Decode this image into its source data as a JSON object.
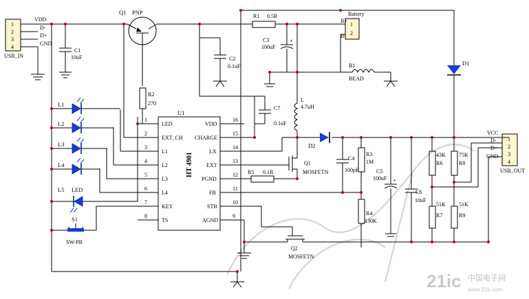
{
  "colors": {
    "wire": "#000000",
    "junction": "#b0001a",
    "led": "#1a3bd6",
    "watermark": "#d4d4d4"
  },
  "usb_in": {
    "label": "USB_IN",
    "pins": [
      "1",
      "2",
      "3",
      "4"
    ],
    "signals": [
      "VDD",
      "D-",
      "D+",
      "GND"
    ]
  },
  "usb_out": {
    "label": "USB_OUT",
    "pins": [
      "1",
      "2",
      "3",
      "4"
    ],
    "signals": [
      "VCC",
      "D-",
      "D+",
      "GND"
    ]
  },
  "battery": {
    "label": "Battery",
    "pins": [
      "1",
      "2"
    ],
    "signals": [
      "B+",
      "B-"
    ]
  },
  "ic": {
    "ref": "U1",
    "part": "HT 4901",
    "left_pins": [
      {
        "num": "1",
        "name": "LED"
      },
      {
        "num": "2",
        "name": "EXT_CH"
      },
      {
        "num": "3",
        "name": "L1"
      },
      {
        "num": "4",
        "name": "L2"
      },
      {
        "num": "5",
        "name": "L3"
      },
      {
        "num": "6",
        "name": "L4"
      },
      {
        "num": "7",
        "name": "KEY"
      },
      {
        "num": "8",
        "name": "TS"
      }
    ],
    "right_pins": [
      {
        "num": "16",
        "name": "VDD"
      },
      {
        "num": "15",
        "name": "CHARGE"
      },
      {
        "num": "14",
        "name": "LX"
      },
      {
        "num": "13",
        "name": "EXT"
      },
      {
        "num": "12",
        "name": "PGND"
      },
      {
        "num": "11",
        "name": "FB"
      },
      {
        "num": "10",
        "name": "STB"
      },
      {
        "num": "9",
        "name": "AGND"
      }
    ]
  },
  "components": {
    "q1_pnp": {
      "ref": "Q1",
      "type": "PNP"
    },
    "r1": {
      "ref": "R1",
      "value": "0.5R"
    },
    "r2": {
      "ref": "R2",
      "value": "270"
    },
    "r3": {
      "ref": "R3",
      "value": "1M"
    },
    "r4": {
      "ref": "R4",
      "value": "130K"
    },
    "r5": {
      "ref": "R5",
      "value": "0.1R"
    },
    "r6": {
      "ref": "R6",
      "value": "43K"
    },
    "r7": {
      "ref": "R7",
      "value": "51K"
    },
    "r8": {
      "ref": "R8",
      "value": "75K"
    },
    "r9": {
      "ref": "R9",
      "value": "51K"
    },
    "c1": {
      "ref": "C1",
      "value": "10uF"
    },
    "c2": {
      "ref": "C2",
      "value": "0.1uF"
    },
    "c3": {
      "ref": "C3",
      "value": "100uF"
    },
    "c4": {
      "ref": "C4",
      "value": "100pF"
    },
    "c5": {
      "ref": "C5",
      "value": "100uF"
    },
    "c6": {
      "ref": "C6",
      "value": "10uF"
    },
    "c7": {
      "ref": "C7",
      "value": "0.1uF"
    },
    "l": {
      "ref": "L",
      "value": "4.7uH"
    },
    "b1": {
      "ref": "B1",
      "value": "BEAD"
    },
    "d1": {
      "ref": "D1"
    },
    "d2": {
      "ref": "D2"
    },
    "q1_mos": {
      "ref": "Q1",
      "type": "MOSFETN"
    },
    "q2_mos": {
      "ref": "Q2",
      "type": "MOSFETN"
    },
    "s1": {
      "ref": "S1",
      "type": "SW-PB"
    },
    "leds": [
      "L1",
      "L2",
      "L3",
      "L4"
    ],
    "l5": {
      "ref": "L5",
      "type": "LED"
    }
  },
  "watermark": {
    "logo": "21ic",
    "site": "中国电子网",
    "url": "www.21ic.com"
  }
}
